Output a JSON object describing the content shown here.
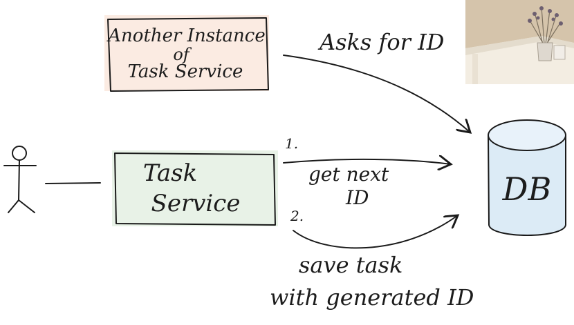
{
  "diagram": {
    "another_instance_label": [
      "Another Instance",
      "of",
      "Task Service"
    ],
    "asks_for_id": "Asks for ID",
    "task_service_label": [
      "Task",
      "Service"
    ],
    "db_label": "DB",
    "step1_number": "1.",
    "step1_label": [
      "get next",
      "ID"
    ],
    "step2_number": "2.",
    "step2_label": [
      "save task",
      "with generated ID"
    ]
  },
  "colors": {
    "another_instance_fill": "#fbe9df",
    "task_service_fill": "#e6f1e4",
    "db_fill": "#dcebf6",
    "ink": "#1a1a1a"
  }
}
